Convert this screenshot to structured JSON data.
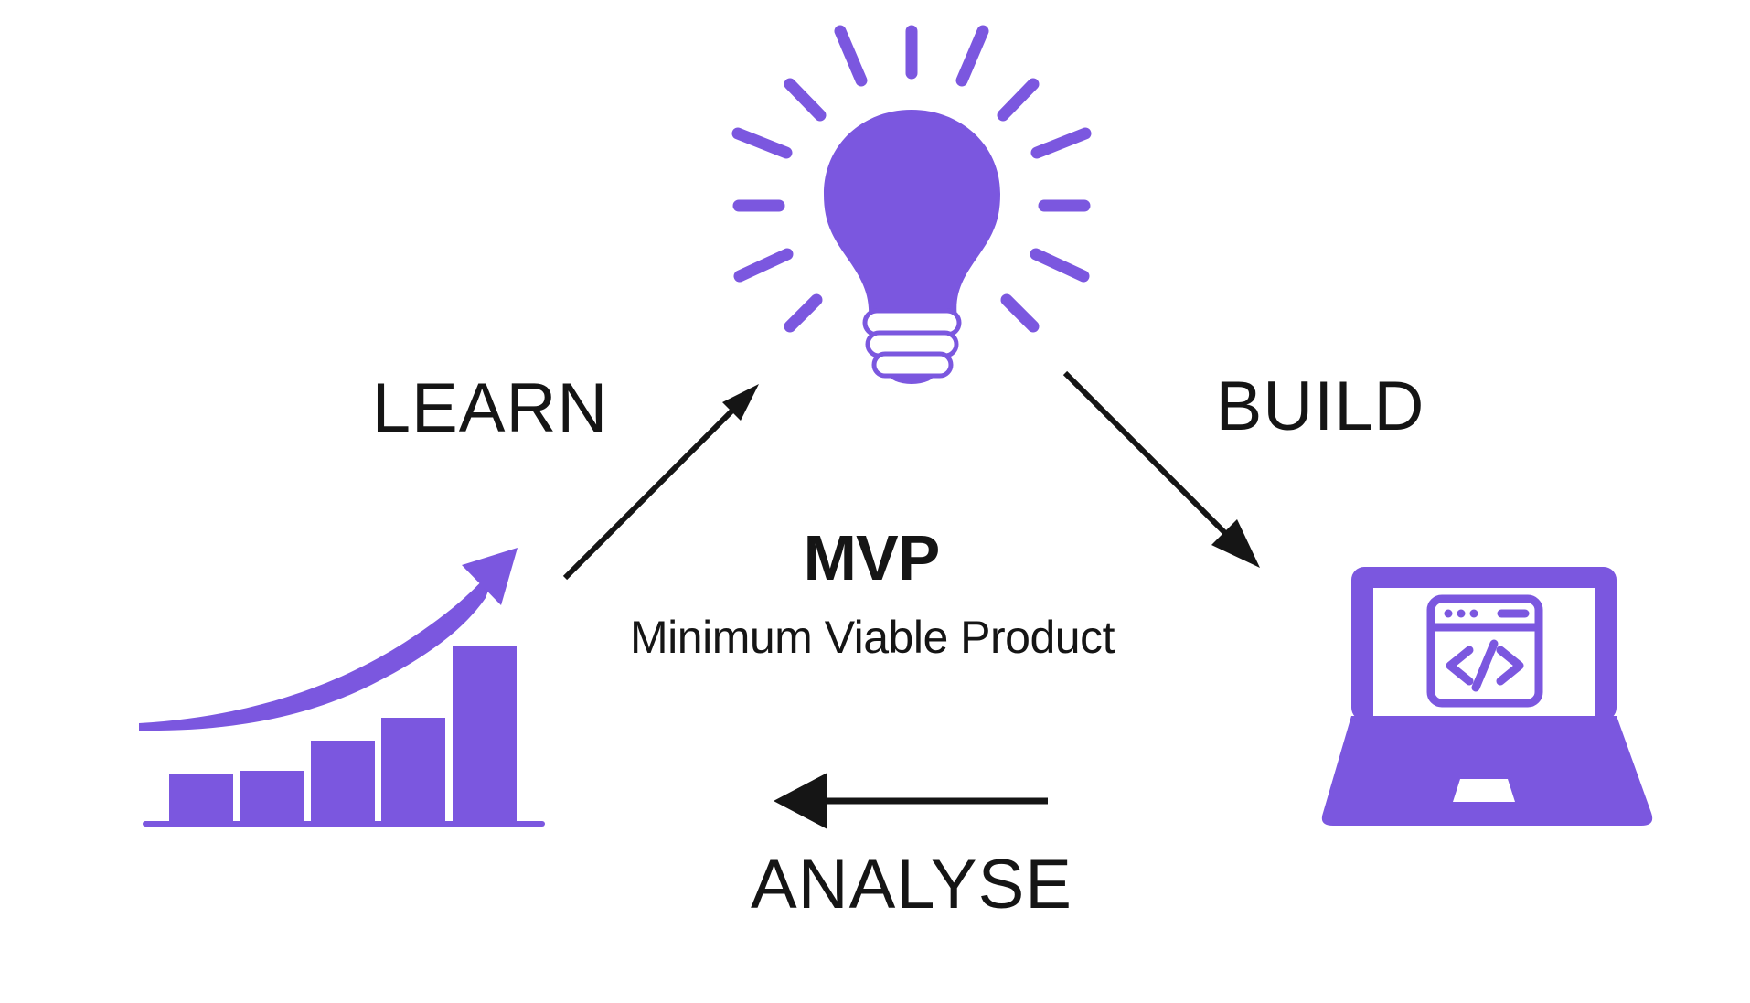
{
  "colors": {
    "purple": "#7B57DF",
    "ink": "#151515",
    "surface": "#FFFFFF"
  },
  "center": {
    "acronym": "MVP",
    "subtitle": "Minimum Viable Product"
  },
  "steps": [
    {
      "id": "learn",
      "label": "LEARN"
    },
    {
      "id": "build",
      "label": "BUILD"
    },
    {
      "id": "analyse",
      "label": "ANALYSE"
    }
  ],
  "icons": [
    {
      "name": "lightbulb-idea-icon"
    },
    {
      "name": "growth-bar-chart-icon"
    },
    {
      "name": "laptop-code-icon"
    }
  ]
}
